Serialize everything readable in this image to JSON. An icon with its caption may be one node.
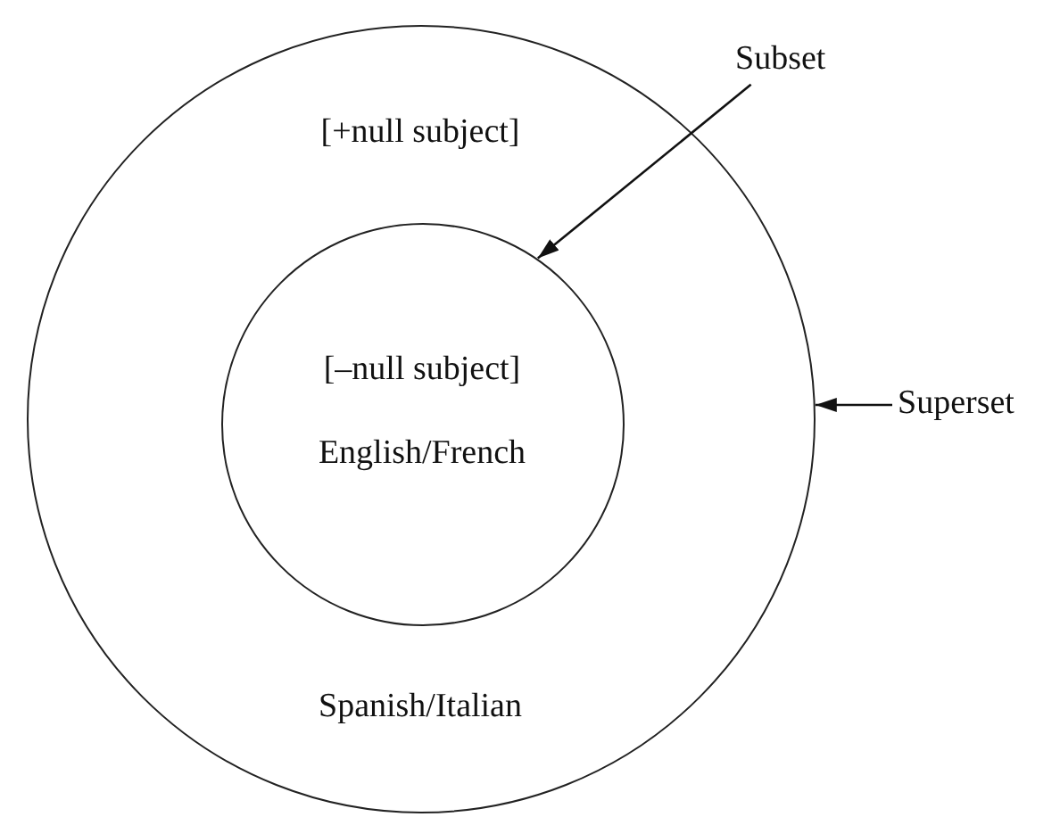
{
  "diagram": {
    "nodes": [
      {
        "text": [
          "[+null subject]",
          "Spanish/Italian"
        ]
      },
      {
        "text": [
          "[–null subject]",
          "English/French"
        ],
        "in": 0
      },
      {
        "text": [
          "Subset"
        ]
      },
      {
        "text": [
          "Superset"
        ]
      }
    ],
    "edges": [
      {
        "from": 2,
        "to": 1,
        "arrow": "to"
      },
      {
        "from": 3,
        "to": 0,
        "arrow": "to"
      }
    ]
  }
}
